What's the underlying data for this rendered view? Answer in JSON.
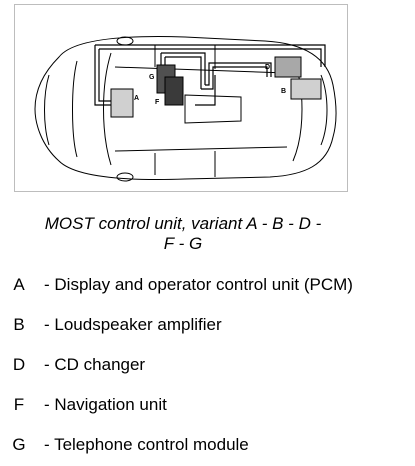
{
  "figure": {
    "box_labels": {
      "A": "A",
      "B": "B",
      "D": "D",
      "F": "F",
      "G": "G"
    },
    "colors": {
      "outline": "#000000",
      "unit_light": "#d0d0d0",
      "unit_mid": "#a8a8a8",
      "unit_dark": "#505050",
      "unit_darker": "#3a3a3a",
      "frame": "#bdbdbd"
    }
  },
  "caption": {
    "line1": "MOST control unit, variant A - B - D -",
    "line2": "F - G"
  },
  "legend": [
    {
      "key": "A",
      "desc": "- Display and operator control unit (PCM)"
    },
    {
      "key": "B",
      "desc": "- Loudspeaker amplifier"
    },
    {
      "key": "D",
      "desc": "- CD changer"
    },
    {
      "key": "F",
      "desc": "- Navigation unit"
    },
    {
      "key": "G",
      "desc": "- Telephone control module"
    }
  ]
}
